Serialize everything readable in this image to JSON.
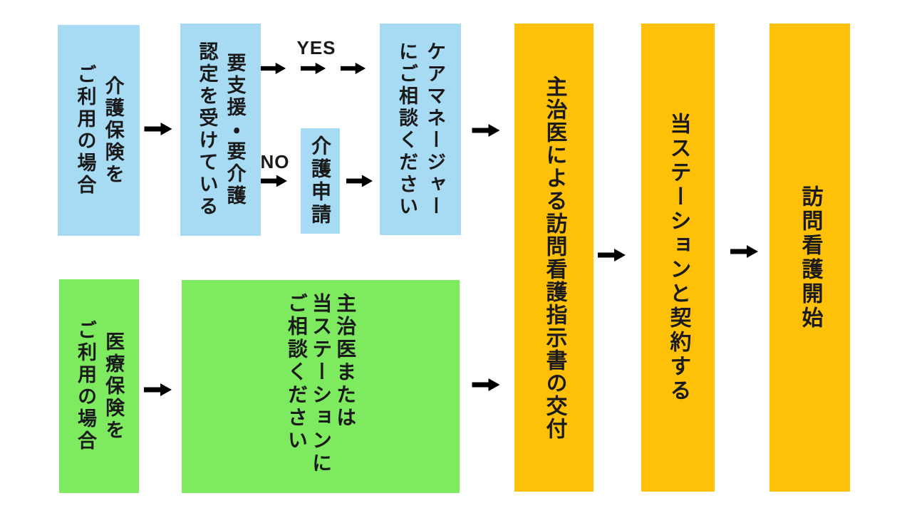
{
  "colors": {
    "background": "#ffffff",
    "box_blue": "#a7daf3",
    "box_green": "#7dea5f",
    "box_orange": "#ffc008",
    "arrow_fill": "#1d6c99",
    "arrow_stroke": "#15405f",
    "text": "#1a1a1a"
  },
  "branch_labels": {
    "yes": "YES",
    "no": "NO"
  },
  "boxes": {
    "care_insurance_case": {
      "lines": [
        "介護保険を",
        "ご利用の場合"
      ]
    },
    "certification_status": {
      "lines": [
        "要支援・要介護",
        "認定を受けている"
      ]
    },
    "care_application": {
      "lines": [
        "介護申請"
      ]
    },
    "care_manager_consult": {
      "lines": [
        "ケアマネージャー",
        "にご相談ください"
      ]
    },
    "medical_insurance_case": {
      "lines": [
        "医療保険を",
        "ご利用の場合"
      ]
    },
    "doctor_station_consult": {
      "lines": [
        "主治医または",
        "当ステーションに",
        "ご相談ください"
      ]
    },
    "doctor_directive": {
      "lines": [
        "主治医による訪問看護指示書の交付"
      ]
    },
    "station_contract": {
      "lines": [
        "当ステーションと契約する"
      ]
    },
    "nursing_start": {
      "lines": [
        "訪問看護開始"
      ]
    }
  }
}
